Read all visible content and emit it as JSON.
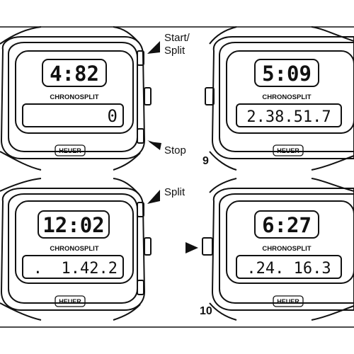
{
  "watches": [
    {
      "id": "top-left",
      "time": "4:82",
      "brand": "CHRONOSPLIT",
      "lower": "0",
      "logo": "HEUER"
    },
    {
      "id": "top-right",
      "time": "5:09",
      "brand": "CHRONOSPLIT",
      "lower": "2.38.51.7",
      "logo": "HEUER"
    },
    {
      "id": "bottom-left",
      "time": "12:02",
      "brand": "CHRONOSPLIT",
      "lower": ".  1.42.2",
      "logo": "HEUER"
    },
    {
      "id": "bottom-right",
      "time": "6:27",
      "brand": "CHRONOSPLIT",
      "lower": ".24. 16.3",
      "logo": "HEUER"
    }
  ],
  "labels": {
    "start_split_line1": "Start/",
    "start_split_line2": "Split",
    "stop": "Stop",
    "split": "Split"
  },
  "step_numbers": {
    "top": "9",
    "bottom": "10"
  }
}
